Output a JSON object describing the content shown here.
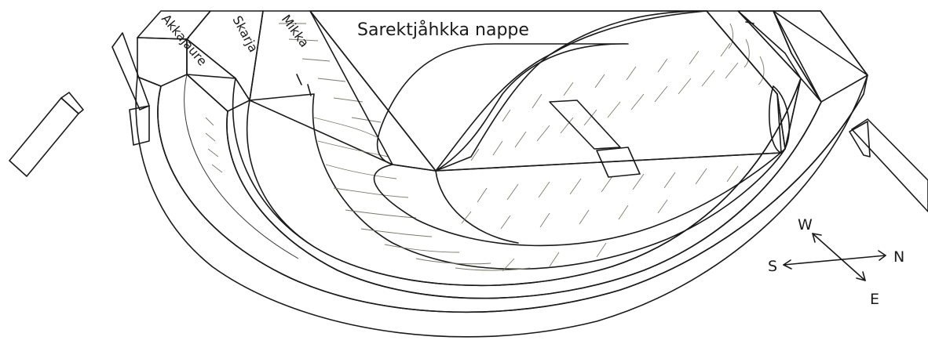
{
  "diagram": {
    "units": {
      "akkajaure": "Akkajaure",
      "skarja": "Skarja",
      "mikka": "Mikka",
      "sarektjahkka": "Sarektjåhkka nappe"
    },
    "compass": {
      "west": "W",
      "south": "S",
      "north": "N",
      "east": "E"
    },
    "colors": {
      "akkajaure": "#f0a3ab",
      "skarja": "#add8b1",
      "mikka": "#f7ee9c",
      "sarektjahkka": "#f9f6c4",
      "outline": "#1a1a1a"
    }
  }
}
